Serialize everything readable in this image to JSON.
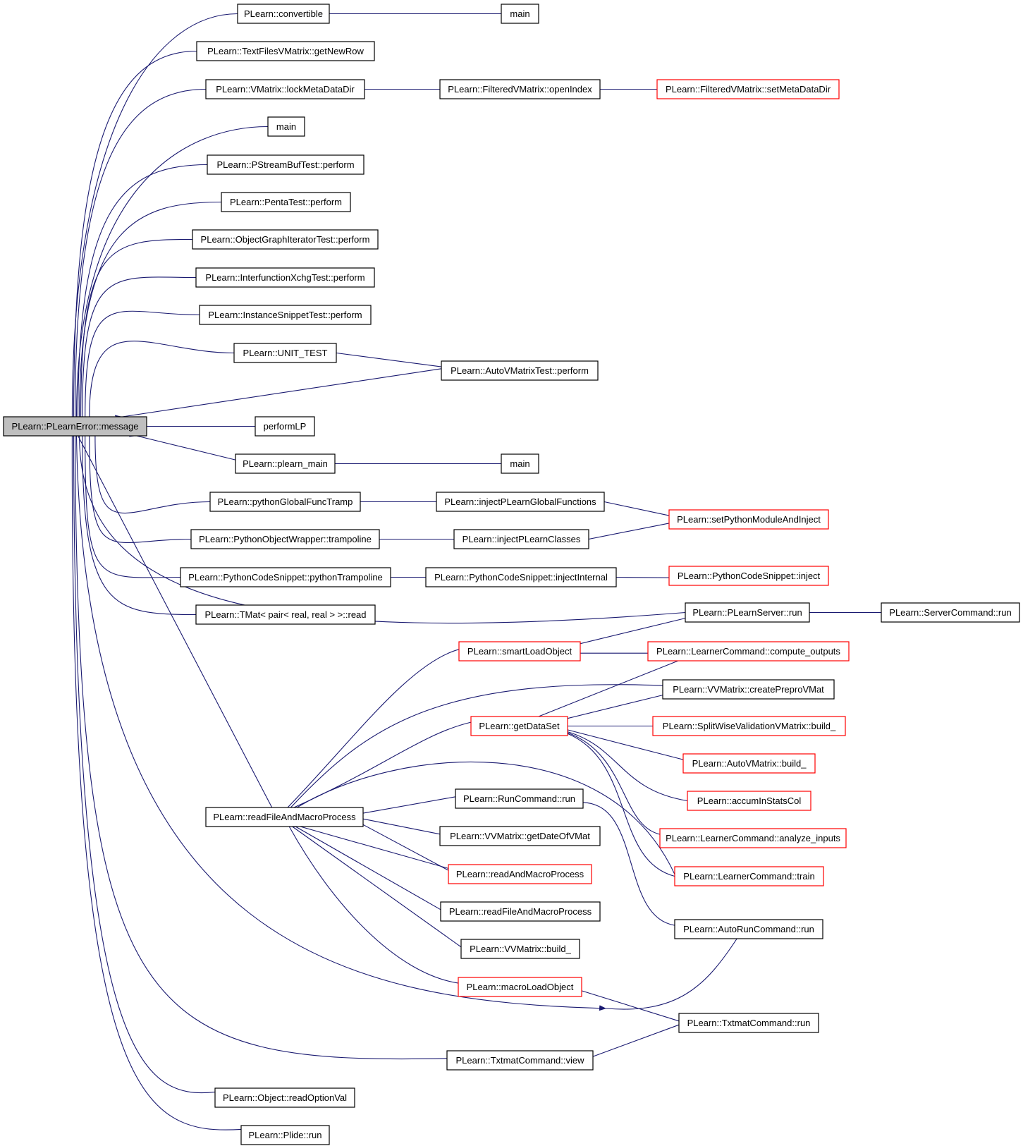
{
  "graph": {
    "edge_color": "#191970",
    "root_fill": "#bfbfbf",
    "normal_border": "#000000",
    "truncated_border": "#ff0000",
    "nodes": [
      {
        "id": "root",
        "label": "PLearn::PLearnError::message",
        "kind": "root"
      },
      {
        "id": "convertible",
        "label": "PLearn::convertible",
        "kind": "normal"
      },
      {
        "id": "main1",
        "label": "main",
        "kind": "normal"
      },
      {
        "id": "getNewRow",
        "label": "PLearn::TextFilesVMatrix::getNewRow",
        "kind": "normal"
      },
      {
        "id": "lockMeta",
        "label": "PLearn::VMatrix::lockMetaDataDir",
        "kind": "normal"
      },
      {
        "id": "openIndex",
        "label": "PLearn::FilteredVMatrix::openIndex",
        "kind": "normal"
      },
      {
        "id": "setMeta",
        "label": "PLearn::FilteredVMatrix::setMetaDataDir",
        "kind": "red"
      },
      {
        "id": "main2",
        "label": "main",
        "kind": "normal"
      },
      {
        "id": "pstream",
        "label": "PLearn::PStreamBufTest::perform",
        "kind": "normal"
      },
      {
        "id": "penta",
        "label": "PLearn::PentaTest::perform",
        "kind": "normal"
      },
      {
        "id": "objgraph",
        "label": "PLearn::ObjectGraphIteratorTest::perform",
        "kind": "normal"
      },
      {
        "id": "interf",
        "label": "PLearn::InterfunctionXchgTest::perform",
        "kind": "normal"
      },
      {
        "id": "instsnip",
        "label": "PLearn::InstanceSnippetTest::perform",
        "kind": "normal"
      },
      {
        "id": "unittest",
        "label": "PLearn::UNIT_TEST",
        "kind": "normal"
      },
      {
        "id": "autovmtest",
        "label": "PLearn::AutoVMatrixTest::perform",
        "kind": "normal"
      },
      {
        "id": "performLP",
        "label": "performLP",
        "kind": "normal"
      },
      {
        "id": "plearnmain",
        "label": "PLearn::plearn_main",
        "kind": "normal"
      },
      {
        "id": "main3",
        "label": "main",
        "kind": "normal"
      },
      {
        "id": "pyglobal",
        "label": "PLearn::pythonGlobalFuncTramp",
        "kind": "normal"
      },
      {
        "id": "injectGlobal",
        "label": "PLearn::injectPLearnGlobalFunctions",
        "kind": "normal"
      },
      {
        "id": "setPython",
        "label": "PLearn::setPythonModuleAndInject",
        "kind": "red"
      },
      {
        "id": "pyobjtramp",
        "label": "PLearn::PythonObjectWrapper::trampoline",
        "kind": "normal"
      },
      {
        "id": "injectClasses",
        "label": "PLearn::injectPLearnClasses",
        "kind": "normal"
      },
      {
        "id": "pytramp",
        "label": "PLearn::PythonCodeSnippet::pythonTrampoline",
        "kind": "normal"
      },
      {
        "id": "injectInternal",
        "label": "PLearn::PythonCodeSnippet::injectInternal",
        "kind": "normal"
      },
      {
        "id": "inject",
        "label": "PLearn::PythonCodeSnippet::inject",
        "kind": "red"
      },
      {
        "id": "tmatread",
        "label": "PLearn::TMat< pair< real, real > >::read",
        "kind": "normal"
      },
      {
        "id": "serverrun",
        "label": "PLearn::PLearnServer::run",
        "kind": "normal"
      },
      {
        "id": "servercmd",
        "label": "PLearn::ServerCommand::run",
        "kind": "normal"
      },
      {
        "id": "smartLoad",
        "label": "PLearn::smartLoadObject",
        "kind": "red"
      },
      {
        "id": "compute",
        "label": "PLearn::LearnerCommand::compute_outputs",
        "kind": "red"
      },
      {
        "id": "createPrepro",
        "label": "PLearn::VVMatrix::createPreproVMat",
        "kind": "normal"
      },
      {
        "id": "getDataSet",
        "label": "PLearn::getDataSet",
        "kind": "red"
      },
      {
        "id": "splitwise",
        "label": "PLearn::SplitWiseValidationVMatrix::build_",
        "kind": "red"
      },
      {
        "id": "autovmbuild",
        "label": "PLearn::AutoVMatrix::build_",
        "kind": "red"
      },
      {
        "id": "accum",
        "label": "PLearn::accumInStatsCol",
        "kind": "red"
      },
      {
        "id": "analyze",
        "label": "PLearn::LearnerCommand::analyze_inputs",
        "kind": "red"
      },
      {
        "id": "train",
        "label": "PLearn::LearnerCommand::train",
        "kind": "red"
      },
      {
        "id": "readFileMacro",
        "label": "PLearn::readFileAndMacroProcess",
        "kind": "normal"
      },
      {
        "id": "runcmd",
        "label": "PLearn::RunCommand::run",
        "kind": "normal"
      },
      {
        "id": "getDate",
        "label": "PLearn::VVMatrix::getDateOfVMat",
        "kind": "normal"
      },
      {
        "id": "readAndMacro",
        "label": "PLearn::readAndMacroProcess",
        "kind": "red"
      },
      {
        "id": "readFileMacro2",
        "label": "PLearn::readFileAndMacroProcess",
        "kind": "normal"
      },
      {
        "id": "vvbuild",
        "label": "PLearn::VVMatrix::build_",
        "kind": "normal"
      },
      {
        "id": "autorun",
        "label": "PLearn::AutoRunCommand::run",
        "kind": "normal"
      },
      {
        "id": "macroLoad",
        "label": "PLearn::macroLoadObject",
        "kind": "red"
      },
      {
        "id": "txtrun",
        "label": "PLearn::TxtmatCommand::run",
        "kind": "normal"
      },
      {
        "id": "txtview",
        "label": "PLearn::TxtmatCommand::view",
        "kind": "normal"
      },
      {
        "id": "readOption",
        "label": "PLearn::Object::readOptionVal",
        "kind": "normal"
      },
      {
        "id": "plide",
        "label": "PLearn::Plide::run",
        "kind": "normal"
      }
    ]
  }
}
